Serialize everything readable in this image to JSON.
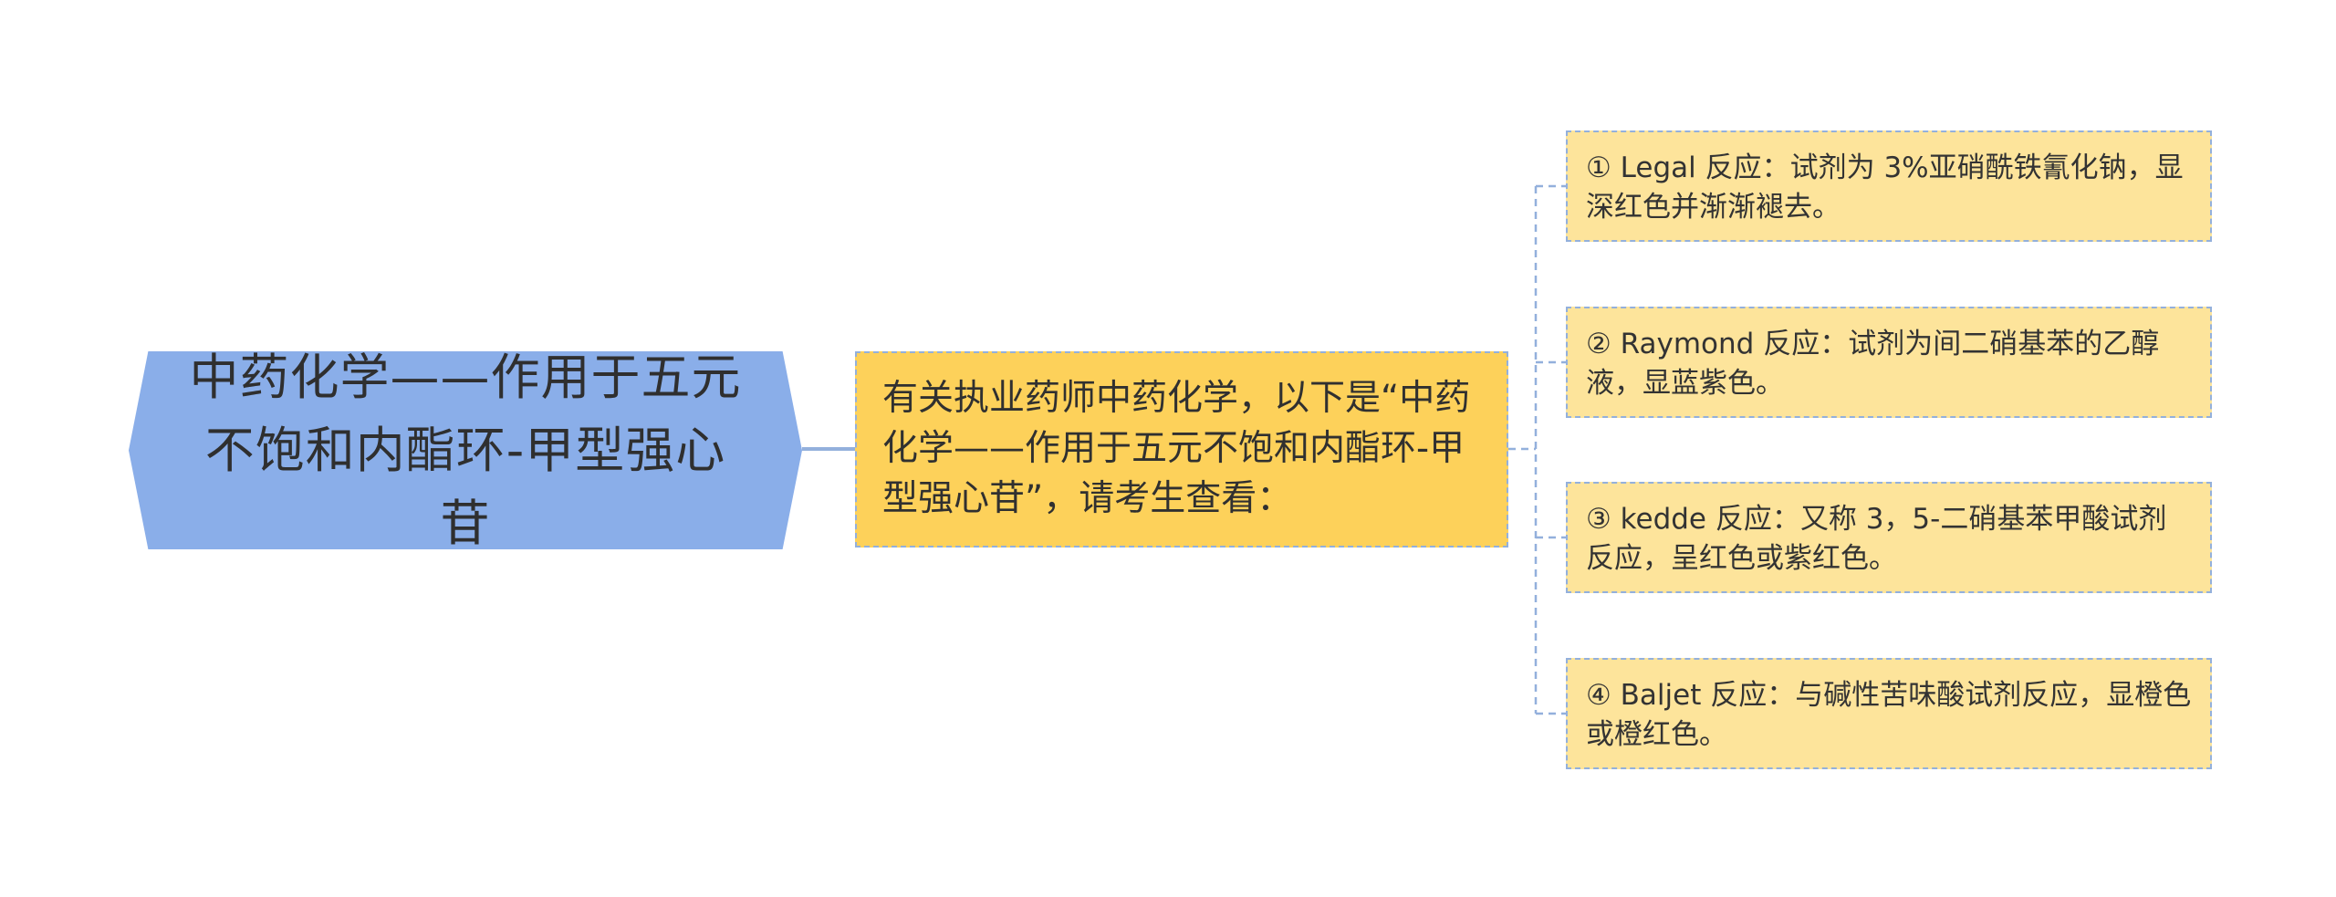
{
  "mindmap": {
    "root": {
      "label": "中药化学——作用于五元不饱和内酯环-甲型强心苷"
    },
    "branch": {
      "label": "有关执业药师中药化学，以下是“中药化学——作用于五元不饱和内酯环-甲型强心苷”，请考生查看："
    },
    "leaves": [
      {
        "label": "① Legal 反应：试剂为 3%亚硝酰铁氰化钠，显深红色并渐渐褪去。"
      },
      {
        "label": "② Raymond 反应：试剂为间二硝基苯的乙醇液，显蓝紫色。"
      },
      {
        "label": "③ kedde 反应：又称 3，5-二硝基苯甲酸试剂反应，呈红色或紫红色。"
      },
      {
        "label": "④ Baljet 反应：与碱性苦味酸试剂反应，显橙色或橙红色。"
      }
    ]
  },
  "colors": {
    "root_fill": "#8aaee9",
    "branch_fill": "#fdd15a",
    "leaf_fill": "#fde49b",
    "connector": "#93b0dc",
    "text": "#333333"
  }
}
